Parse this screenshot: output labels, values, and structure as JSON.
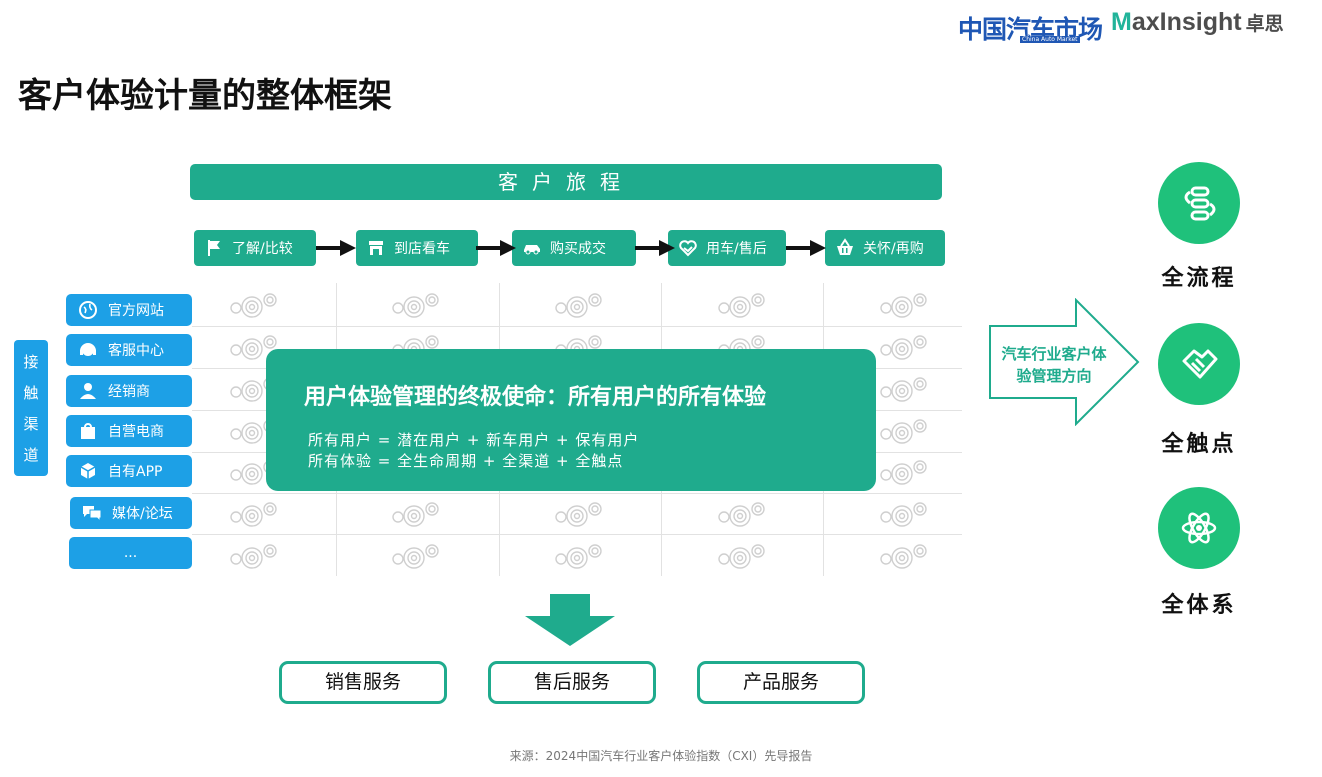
{
  "header": {
    "logo_cam_text": "中国汽车市场",
    "logo_cam_sub": "China Auto Market",
    "logo_max_m": "M",
    "logo_max_rest": "axInsight",
    "logo_max_zh": "卓思"
  },
  "title": "客户体验计量的整体框架",
  "journey": {
    "label": "客户旅程",
    "stages": [
      {
        "label": "了解/比较",
        "icon": "flag-icon"
      },
      {
        "label": "到店看车",
        "icon": "store-icon"
      },
      {
        "label": "购买成交",
        "icon": "car-icon"
      },
      {
        "label": "用车/售后",
        "icon": "handshake-heart-icon"
      },
      {
        "label": "关怀/再购",
        "icon": "basket-icon"
      }
    ]
  },
  "channels": {
    "label": [
      "接",
      "触",
      "渠",
      "道"
    ],
    "items": [
      {
        "label": "官方网站",
        "icon": "globe-icon"
      },
      {
        "label": "客服中心",
        "icon": "headset-icon"
      },
      {
        "label": "经销商",
        "icon": "person-icon"
      },
      {
        "label": "自营电商",
        "icon": "shopping-bag-icon"
      },
      {
        "label": "自有APP",
        "icon": "cube-icon"
      },
      {
        "label": "媒体/论坛",
        "icon": "chat-bubbles-icon"
      },
      {
        "label": "...",
        "icon": ""
      }
    ]
  },
  "mission": {
    "title": "用户体验管理的终极使命：所有用户的所有体验",
    "line1": "所有用户 = 潜在用户 + 新车用户 + 保有用户",
    "line2": "所有体验 = 全生命周期 + 全渠道 + 全触点"
  },
  "direction": "汽车行业客户体验管理方向",
  "pillars": [
    {
      "label": "全流程",
      "icon": "flow-icon"
    },
    {
      "label": "全触点",
      "icon": "handshake-icon"
    },
    {
      "label": "全体系",
      "icon": "atom-icon"
    }
  ],
  "services": [
    "销售服务",
    "售后服务",
    "产品服务"
  ],
  "source": "来源：2024中国汽车行业客户体验指数（CXI）先导报告",
  "colors": {
    "teal": "#1fab8d",
    "blue": "#1da0e6",
    "green": "#1fc17b",
    "grid": "#e2e2e2"
  }
}
